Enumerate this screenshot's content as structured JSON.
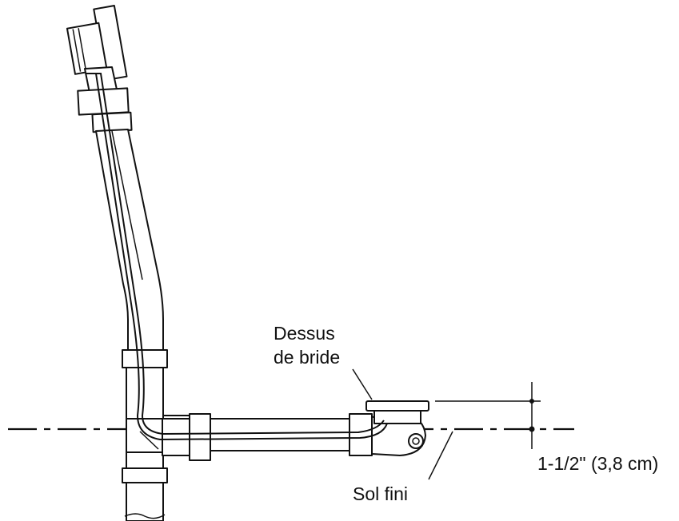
{
  "labels": {
    "flange_top_line1": "Dessus",
    "flange_top_line2": "de bride",
    "finished_floor": "Sol fini",
    "dimension": "1-1/2\" (3,8 cm)"
  },
  "colors": {
    "line": "#111111",
    "background": "#ffffff"
  }
}
